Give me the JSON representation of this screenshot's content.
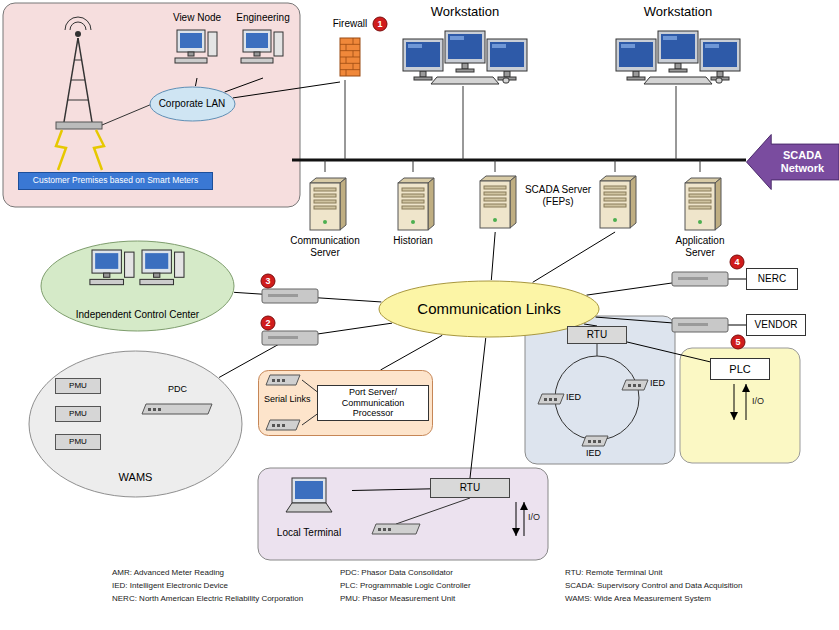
{
  "diagram": {
    "nodes": [
      {
        "text": [
          "Customer Premises based on Smart Meters"
        ]
      },
      {
        "text": [
          "Corporate LAN"
        ]
      },
      {
        "text": [
          "View Node"
        ]
      },
      {
        "text": [
          "Engineering"
        ]
      },
      {
        "text": [
          "Firewall"
        ]
      },
      {
        "text": [
          "Workstation"
        ]
      },
      {
        "text": [
          "Workstation"
        ]
      },
      {
        "text": [
          "Communication Server"
        ]
      },
      {
        "text": [
          "Historian"
        ]
      },
      {
        "text": [
          "SCADA Server (FEPs)"
        ]
      },
      {
        "text": [
          "Application Server"
        ]
      },
      {
        "text": [
          "SCADA Network"
        ]
      },
      {
        "text": [
          "Communication Links"
        ]
      },
      {
        "text": [
          "Independent Control Center"
        ]
      },
      {
        "text": [
          "WAMS"
        ]
      },
      {
        "text": [
          "PMU"
        ],
        "in": 14
      },
      {
        "text": [
          "PMU"
        ],
        "in": 14
      },
      {
        "text": [
          "PMU"
        ],
        "in": 14
      },
      {
        "text": [
          "PDC"
        ],
        "in": 14
      },
      {
        "text": [
          "Serial Links"
        ]
      },
      {
        "text": [
          "Port Server/ Communication Processor"
        ],
        "in": 19
      },
      {
        "text": [
          "RTU"
        ]
      },
      {
        "text": [
          "IED"
        ]
      },
      {
        "text": [
          "IED"
        ]
      },
      {
        "text": [
          "IED"
        ]
      },
      {
        "text": [
          "PLC"
        ]
      },
      {
        "text": [
          "Local Terminal"
        ]
      },
      {
        "text": [
          "RTU"
        ]
      },
      {
        "text": [
          "NERC"
        ]
      },
      {
        "text": [
          "VENDOR"
        ]
      }
    ],
    "edges": [
      {
        "from": 1,
        "to": 2,
        "arrow": "none"
      },
      {
        "from": 1,
        "to": 3,
        "arrow": "none"
      },
      {
        "from": 1,
        "to": 4,
        "arrow": "none"
      },
      {
        "from": 9,
        "to": 12,
        "arrow": "none"
      },
      {
        "from": 9,
        "to": 12,
        "arrow": "none"
      },
      {
        "from": 13,
        "to": 12,
        "arrow": "none"
      },
      {
        "from": 14,
        "to": 12,
        "arrow": "none"
      },
      {
        "from": 19,
        "to": 12,
        "arrow": "none"
      },
      {
        "from": 21,
        "to": 12,
        "arrow": "none"
      },
      {
        "from": 25,
        "to": 12,
        "arrow": "none"
      },
      {
        "from": 27,
        "to": 12,
        "arrow": "none"
      },
      {
        "from": 12,
        "to": 28,
        "arrow": "none"
      },
      {
        "from": 12,
        "to": 29,
        "arrow": "none"
      },
      {
        "from": 15,
        "to": 18,
        "arrow": "none"
      },
      {
        "from": 16,
        "to": 18,
        "arrow": "none"
      },
      {
        "from": 17,
        "to": 18,
        "arrow": "none"
      },
      {
        "from": 26,
        "to": 27,
        "arrow": "none"
      }
    ],
    "labels": [
      "1",
      "3",
      "2",
      "4",
      "5",
      "I/O",
      "I/O",
      "AMR: Advanced Meter Reading",
      "IED: Intelligent Electronic Device",
      "NERC: North American Electric Reliability Corporation",
      "PDC: Phasor Data Consolidator",
      "PLC: Programmable Logic Controller",
      "PMU: Phasor Measurement Unit",
      "RTU: Remote Terminal Unit",
      "SCADA: Supervisory Control and Data Acquisition",
      "WAMS: Wide Area Measurement System"
    ]
  }
}
